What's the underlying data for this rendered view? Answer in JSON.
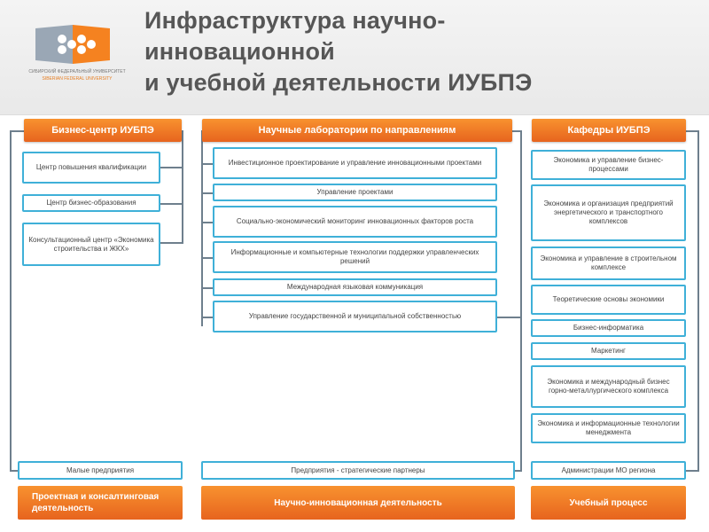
{
  "title": "Инфраструктура научно-\nинновационной\nи учебной деятельности ИУБПЭ",
  "logo": {
    "line1": "СИБИРСКИЙ ФЕДЕРАЛЬНЫЙ УНИВЕРСИТЕТ",
    "line2": "SIBERIAN FEDERAL UNIVERSITY"
  },
  "colors": {
    "accent": "#f58220",
    "box_border": "#3fb0d8",
    "connector": "#6e7f8d"
  },
  "columns": {
    "business": {
      "header": "Бизнес-центр ИУБПЭ",
      "items": [
        "Центр повышения квалификации",
        "Центр бизнес-образования",
        "Консультационный центр «Экономика строительства и ЖКХ»"
      ]
    },
    "labs": {
      "header": "Научные лаборатории по направлениям",
      "items": [
        "Инвестиционное проектирование и управление инновационными проектами",
        "Управление проектами",
        "Социально-экономический мониторинг инновационных факторов роста",
        "Информационные и компьютерные технологии поддержки управленческих решений",
        "Международная языковая коммуникация",
        "Управление государственной и муниципальной собственностью"
      ]
    },
    "departments": {
      "header": "Кафедры ИУБПЭ",
      "items": [
        "Экономика и управление бизнес-процессами",
        "Экономика и организация предприятий энергетического и транспортного комплексов",
        "Экономика и управление в строительном комплексе",
        "Теоретические основы экономики",
        "Бизнес-информатика",
        "Маркетинг",
        "Экономика и международный бизнес горно-металлургического комплекса",
        "Экономика и информационные технологии менеджмента"
      ]
    }
  },
  "partners": {
    "left": "Малые предприятия",
    "middle": "Предприятия - стратегические партнеры",
    "right": "Администрации МО региона"
  },
  "bottom": {
    "left": "Проектная и консалтинговая деятельность",
    "middle": "Научно-инновационная деятельность",
    "right": "Учебный процесс"
  }
}
